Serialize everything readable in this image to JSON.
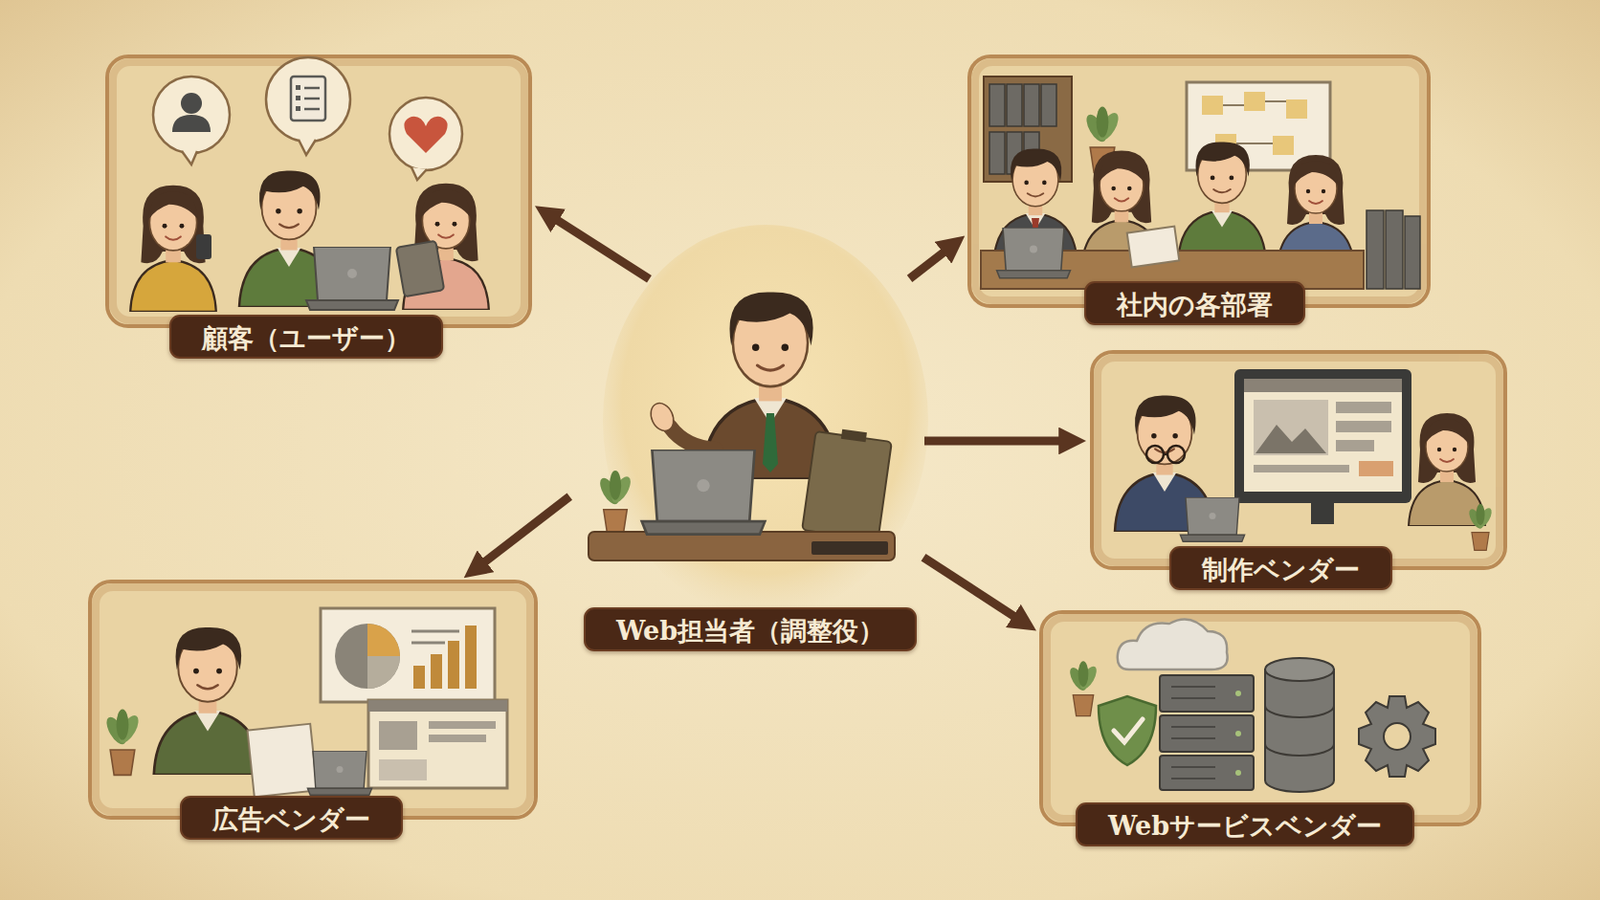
{
  "diagram": {
    "nodes": [
      {
        "text": [
          "顧客（ユーザー）"
        ]
      },
      {
        "text": [
          "社内の各部署"
        ]
      },
      {
        "text": [
          "Web担当者（調整役）"
        ]
      },
      {
        "text": [
          "制作ベンダー"
        ]
      },
      {
        "text": [
          "広告ベンダー"
        ]
      },
      {
        "text": [
          "Webサービスベンダー"
        ]
      }
    ],
    "edges": [
      {
        "from": 2,
        "to": 0,
        "arrow": "to"
      },
      {
        "from": 2,
        "to": 1,
        "arrow": "to"
      },
      {
        "from": 2,
        "to": 3,
        "arrow": "to"
      },
      {
        "from": 2,
        "to": 4,
        "arrow": "to"
      },
      {
        "from": 2,
        "to": 5,
        "arrow": "to"
      }
    ]
  }
}
